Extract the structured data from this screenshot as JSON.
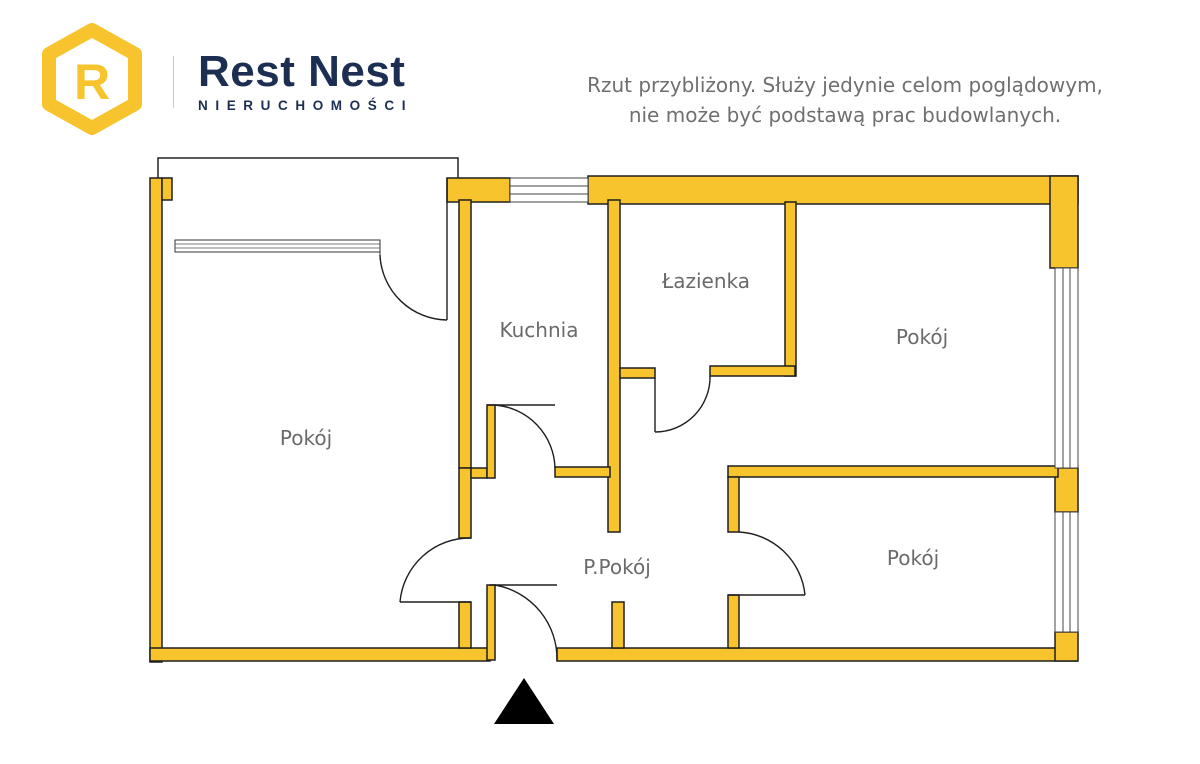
{
  "brand": {
    "name": "Rest Nest",
    "subtitle": "NIERUCHOMOŚCI",
    "logo_letter": "R",
    "color_primary": "#1c2f52",
    "color_accent": "#f7c42e"
  },
  "disclaimer": {
    "line1": "Rzut przybliżony. Służy jedynie celom poglądowym,",
    "line2": "nie może być podstawą prac budowlanych."
  },
  "rooms": {
    "pokoj_left": "Pokój",
    "kuchnia": "Kuchnia",
    "lazienka": "Łazienka",
    "pokoj_top_right": "Pokój",
    "pokoj_bottom_right": "Pokój",
    "przedpokoj": "P.Pokój"
  },
  "colors": {
    "wall_fill": "#f7c42e",
    "wall_outline": "#1f1f1f",
    "entrance_marker": "#000000"
  },
  "icons": {
    "logo": "hexagon-r-logo-icon",
    "entrance": "triangle-up-icon"
  }
}
